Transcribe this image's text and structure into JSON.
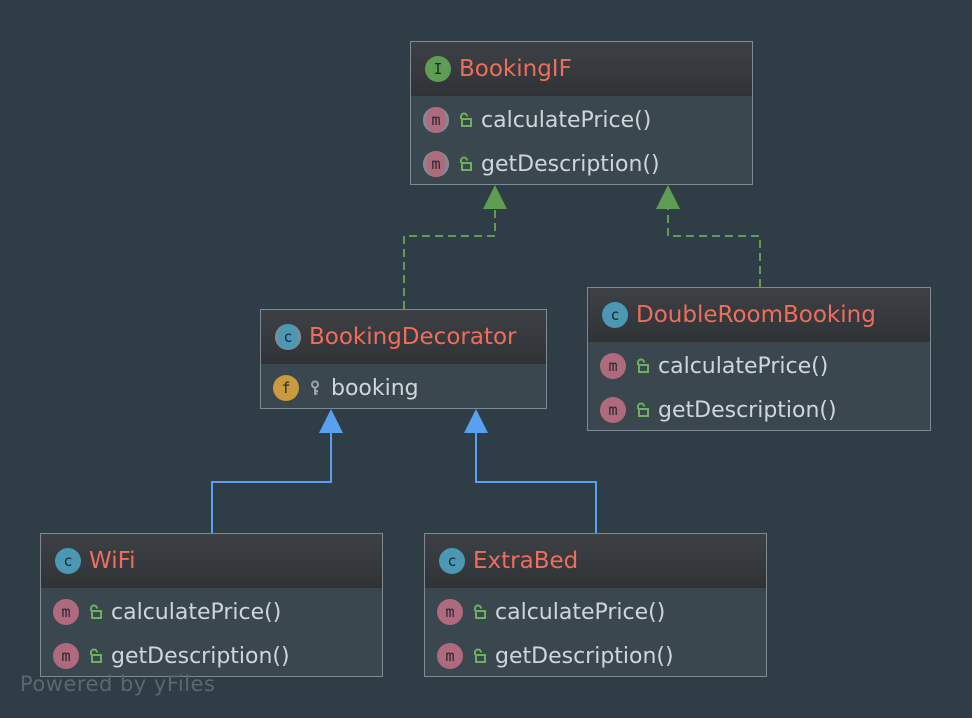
{
  "diagram": {
    "watermark": "Powered by yFiles",
    "colors": {
      "background": "#2f3d46",
      "class_name": "#ef6d5c",
      "member_text": "#cfd6db",
      "realization_edge": "#5f9d55",
      "generalization_edge": "#5aa0f0"
    },
    "classes": [
      {
        "id": "bookingif",
        "name": "BookingIF",
        "kind": "interface",
        "kind_letter": "I",
        "members": [
          {
            "kind": "abstract-method",
            "letter": "m",
            "visibility": "public",
            "text": "calculatePrice()"
          },
          {
            "kind": "abstract-method",
            "letter": "m",
            "visibility": "public",
            "text": "getDescription()"
          }
        ]
      },
      {
        "id": "bookingdecorator",
        "name": "BookingDecorator",
        "kind": "abstract-class",
        "kind_letter": "c",
        "members": [
          {
            "kind": "field",
            "letter": "f",
            "visibility": "package",
            "text": "booking"
          }
        ]
      },
      {
        "id": "doubleroombooking",
        "name": "DoubleRoomBooking",
        "kind": "class",
        "kind_letter": "c",
        "members": [
          {
            "kind": "method",
            "letter": "m",
            "visibility": "public",
            "text": "calculatePrice()"
          },
          {
            "kind": "method",
            "letter": "m",
            "visibility": "public",
            "text": "getDescription()"
          }
        ]
      },
      {
        "id": "wifi",
        "name": "WiFi",
        "kind": "class",
        "kind_letter": "c",
        "members": [
          {
            "kind": "method",
            "letter": "m",
            "visibility": "public",
            "text": "calculatePrice()"
          },
          {
            "kind": "method",
            "letter": "m",
            "visibility": "public",
            "text": "getDescription()"
          }
        ]
      },
      {
        "id": "extrabed",
        "name": "ExtraBed",
        "kind": "class",
        "kind_letter": "c",
        "members": [
          {
            "kind": "method",
            "letter": "m",
            "visibility": "public",
            "text": "calculatePrice()"
          },
          {
            "kind": "method",
            "letter": "m",
            "visibility": "public",
            "text": "getDescription()"
          }
        ]
      }
    ],
    "edges": [
      {
        "from": "bookingdecorator",
        "to": "bookingif",
        "type": "realization"
      },
      {
        "from": "doubleroombooking",
        "to": "bookingif",
        "type": "realization"
      },
      {
        "from": "wifi",
        "to": "bookingdecorator",
        "type": "generalization"
      },
      {
        "from": "extrabed",
        "to": "bookingdecorator",
        "type": "generalization"
      }
    ]
  }
}
